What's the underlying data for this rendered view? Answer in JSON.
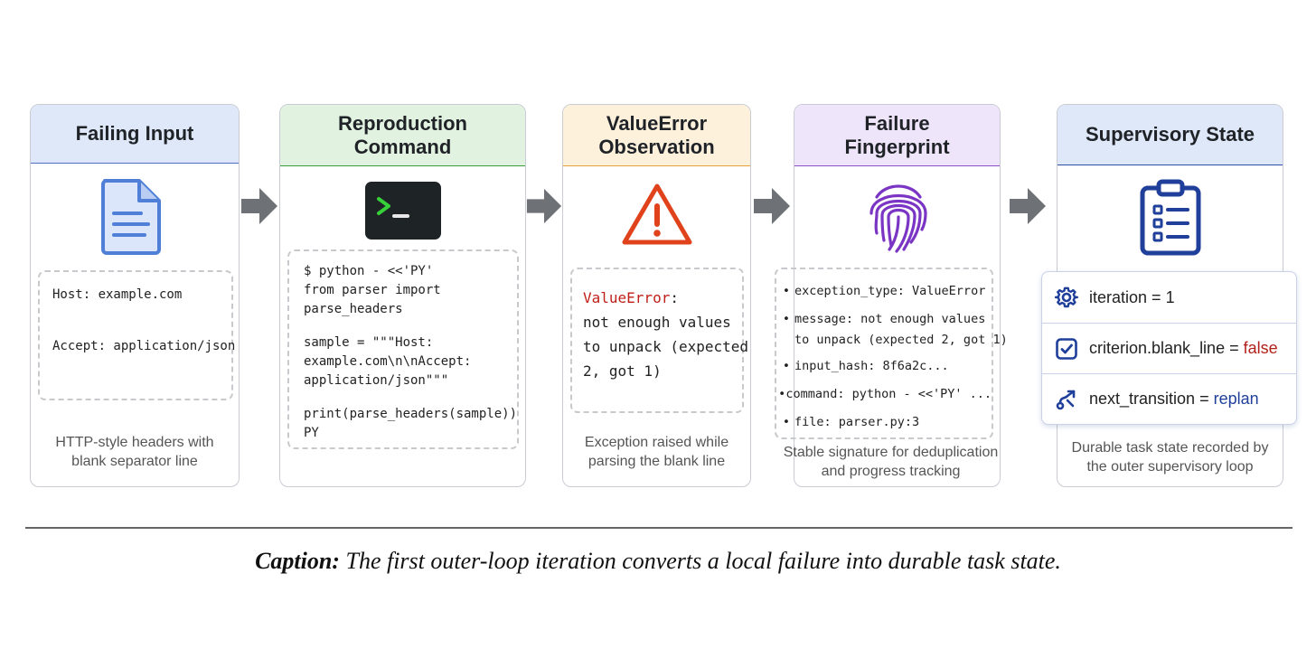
{
  "steps": [
    {
      "title": "Failing Input",
      "icon": "document-icon",
      "accent": "#5b7fd1",
      "code": [
        "Host: example.com",
        "Accept: application/json"
      ],
      "description": [
        "HTTP-style headers with",
        "blank separator line"
      ]
    },
    {
      "title": [
        "Reproduction",
        "Command"
      ],
      "icon": "terminal-icon",
      "accent": "#3a9b3a",
      "code": [
        "$ python - <<'PY'",
        "from parser import",
        "parse_headers",
        "sample = \"\"\"Host:",
        "example.com\\n\\nAccept:",
        "application/json\"\"\"",
        "print(parse_headers(sample))",
        "PY"
      ]
    },
    {
      "title": [
        "ValueError",
        "Observation"
      ],
      "icon": "warning-icon",
      "accent": "#e3a23a",
      "error_name": "ValueError",
      "error_colon": ":",
      "error_message": [
        "not enough values",
        "to unpack (expected",
        "2, got 1)"
      ],
      "description": [
        "Exception raised while",
        "parsing the blank line"
      ]
    },
    {
      "title": [
        "Failure",
        "Fingerprint"
      ],
      "icon": "fingerprint-icon",
      "accent": "#8a4fc8",
      "bullet": "•",
      "fields": [
        "exception_type: ValueError",
        "message: not enough values",
        "to unpack (expected 2, got 1)",
        "input_hash: 8f6a2c...",
        "command: python - <<'PY' ...",
        "file: parser.py:3"
      ],
      "description": [
        "Stable signature for deduplication",
        "and progress tracking"
      ]
    },
    {
      "title": "Supervisory State",
      "icon": "clipboard-icon",
      "accent": "#2f4fa8",
      "rows": [
        {
          "icon": "gear-icon",
          "key": "iteration",
          "eq": " = ",
          "value": "1"
        },
        {
          "icon": "checkbox-icon",
          "key": "criterion.blank_line",
          "eq": " = ",
          "value": "false",
          "value_color": "#b3201a"
        },
        {
          "icon": "transition-icon",
          "key": "next_transition",
          "eq": " = ",
          "value": "replan",
          "value_color": "#1f3f9a"
        }
      ],
      "description": [
        "Durable task state recorded by",
        "the outer supervisory loop"
      ]
    }
  ],
  "caption": {
    "label": "Caption:",
    "text": " The first outer-loop iteration converts a local failure into durable task state."
  }
}
